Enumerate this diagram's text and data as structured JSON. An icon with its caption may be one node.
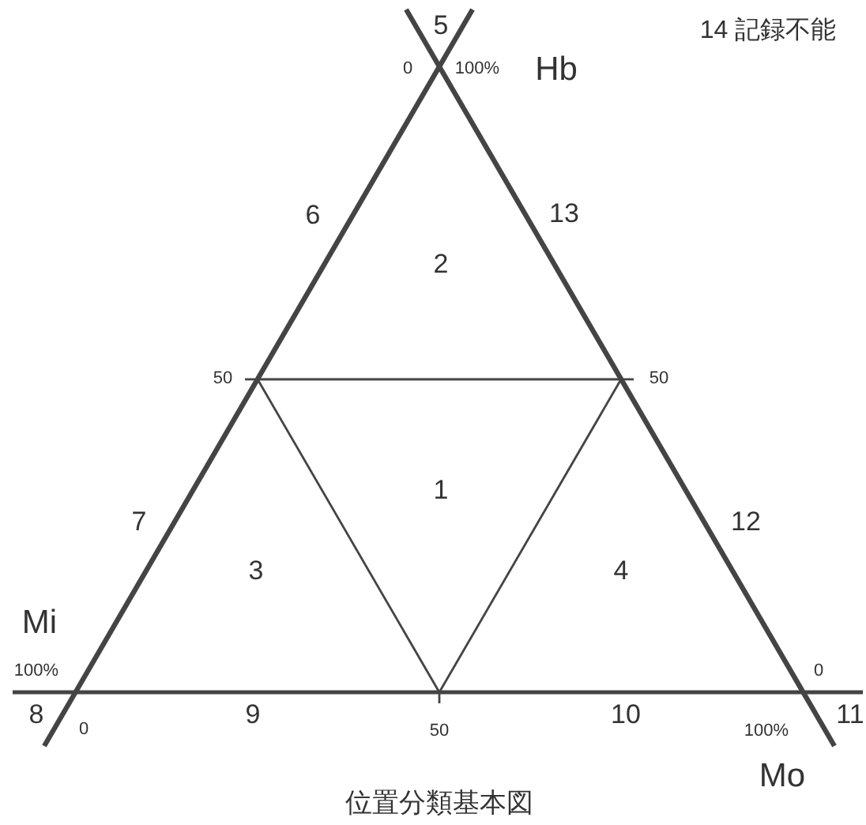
{
  "diagram": {
    "caption": "位置分類基本図",
    "labels": [
      "5",
      "14 記録不能",
      "0",
      "100%",
      "Hb",
      "6",
      "13",
      "2",
      "50",
      "50",
      "1",
      "7",
      "12",
      "3",
      "4",
      "Mi",
      "100%",
      "0",
      "8",
      "0",
      "9",
      "50",
      "10",
      "100%",
      "11",
      "Mo"
    ]
  }
}
